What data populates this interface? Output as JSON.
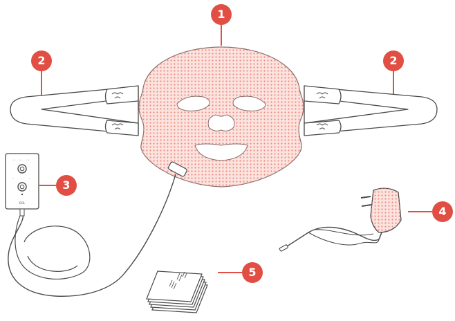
{
  "colors": {
    "accent": "#e14e43",
    "outline": "#4a4a4a",
    "mask_fill": "#fbe3df",
    "mask_dots": "#f08a7f"
  },
  "callouts": {
    "mask": "1",
    "strap_left": "2",
    "strap_right": "2",
    "controller": "3",
    "adapter": "4",
    "manual": "5"
  },
  "controller": {
    "brand": "EOL"
  }
}
